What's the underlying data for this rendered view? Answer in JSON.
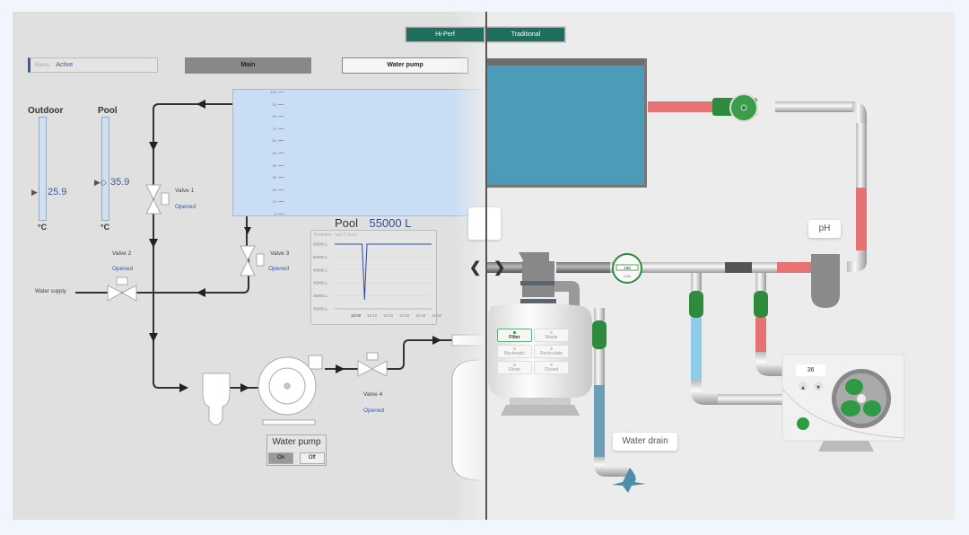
{
  "header": {
    "toggle": [
      {
        "label": "Hi-Perf"
      },
      {
        "label": "Traditional"
      }
    ]
  },
  "status": {
    "label": "Status:",
    "value": "Active"
  },
  "nav": {
    "main_label": "Main",
    "water_pump_label": "Water pump"
  },
  "thermometers": [
    {
      "title": "Outdoor",
      "value": "25.9",
      "unit": "°C"
    },
    {
      "title": "Pool",
      "value": "35.9",
      "unit": "°C"
    }
  ],
  "valves": [
    {
      "label": "Valve 1",
      "state": "Opened"
    },
    {
      "label": "Valve 2",
      "state": "Opened"
    },
    {
      "label": "Valve 3",
      "state": "Opened"
    },
    {
      "label": "Valve 4",
      "state": "Opened"
    }
  ],
  "water_supply_label": "Water supply",
  "tank": {
    "scale_ticks": [
      "100",
      "90",
      "80",
      "70",
      "60",
      "50",
      "40",
      "30",
      "20",
      "10",
      "0"
    ],
    "fill_percent": 100
  },
  "pool": {
    "title": "Pool",
    "volume": "55000 L"
  },
  "chart_data": {
    "type": "line",
    "title": "Realtime - last 1 hour",
    "x_ticks": [
      "16:00",
      "16:10",
      "16:20",
      "16:30",
      "16:40",
      "16:50"
    ],
    "y_ticks": [
      "55000 L",
      "50000 L",
      "45000 L",
      "40000 L",
      "35000 L",
      "30000 L"
    ],
    "ylim": [
      30000,
      55000
    ],
    "xlim_minutes": [
      0,
      60
    ],
    "series": [
      {
        "name": "Pool volume",
        "color": "#2c4c9c",
        "points": [
          [
            0,
            55000
          ],
          [
            17,
            55000
          ],
          [
            18.5,
            33500
          ],
          [
            20,
            55000
          ],
          [
            60,
            55000
          ]
        ]
      }
    ]
  },
  "water_pump_panel": {
    "title": "Water pump",
    "on_label": "On",
    "off_label": "Off"
  },
  "right": {
    "ph_label": "pH",
    "water_drain_label": "Water drain",
    "flowmeter_value": "198",
    "flowmeter_unit": "L/min",
    "heatpump_setpoint": "36",
    "filter_modes": [
      {
        "label": "Filter",
        "active": true
      },
      {
        "label": "Waste",
        "active": false
      },
      {
        "label": "Backwash",
        "active": false
      },
      {
        "label": "Recirculate",
        "active": false
      },
      {
        "label": "Rinse",
        "active": false
      },
      {
        "label": "Closed",
        "active": false
      }
    ],
    "nav_prev": "❮",
    "nav_next": "❯"
  },
  "colors": {
    "accent": "#1e6e5e",
    "status_blue": "#3b5aa0",
    "hot_pipe": "#e57373",
    "cold_pipe": "#8ecbe8",
    "valve_green": "#2e8b3e"
  }
}
